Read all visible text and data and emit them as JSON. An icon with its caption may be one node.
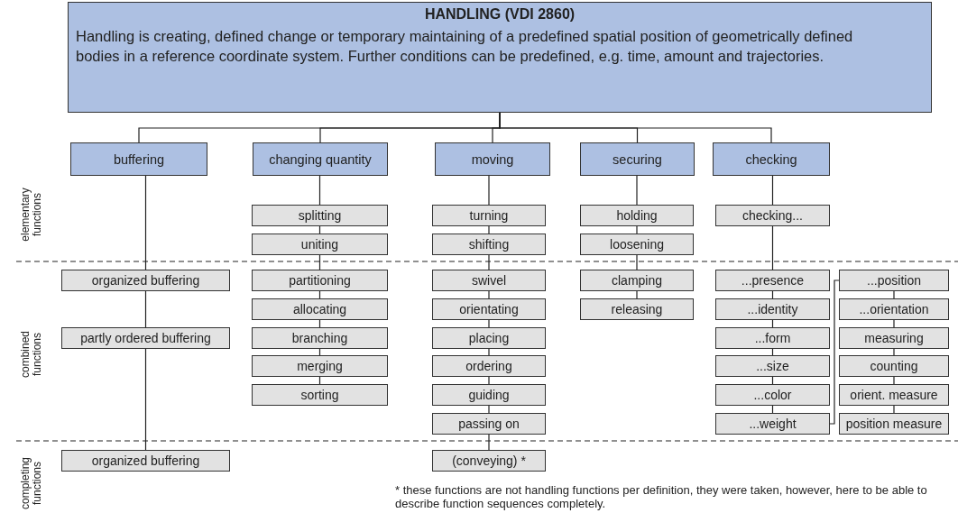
{
  "diagram": {
    "nodes": [
      {
        "text": [
          "HANDLING (VDI 2860)",
          "Handling is creating, defined change or temporary maintaining of a predefined spatial position of geometrically defined bodies in a reference coordinate system. Further conditions can be predefined, e.g. time, amount and trajectories."
        ]
      },
      {
        "text": [
          "buffering"
        ]
      },
      {
        "text": [
          "changing quantity"
        ]
      },
      {
        "text": [
          "moving"
        ]
      },
      {
        "text": [
          "securing"
        ]
      },
      {
        "text": [
          "checking"
        ]
      },
      {
        "text": [
          "splitting"
        ]
      },
      {
        "text": [
          "uniting"
        ]
      },
      {
        "text": [
          "turning"
        ]
      },
      {
        "text": [
          "shifting"
        ]
      },
      {
        "text": [
          "holding"
        ]
      },
      {
        "text": [
          "loosening"
        ]
      },
      {
        "text": [
          "checking..."
        ]
      },
      {
        "text": [
          "organized buffering"
        ]
      },
      {
        "text": [
          "partitioning"
        ]
      },
      {
        "text": [
          "swivel"
        ]
      },
      {
        "text": [
          "clamping"
        ]
      },
      {
        "text": [
          "...presence"
        ]
      },
      {
        "text": [
          "...position"
        ]
      },
      {
        "text": [
          "allocating"
        ]
      },
      {
        "text": [
          "orientating"
        ]
      },
      {
        "text": [
          "releasing"
        ]
      },
      {
        "text": [
          "...identity"
        ]
      },
      {
        "text": [
          "...orientation"
        ]
      },
      {
        "text": [
          "partly ordered buffering"
        ]
      },
      {
        "text": [
          "branching"
        ]
      },
      {
        "text": [
          "placing"
        ]
      },
      {
        "text": [
          "...form"
        ]
      },
      {
        "text": [
          "measuring"
        ]
      },
      {
        "text": [
          "merging"
        ]
      },
      {
        "text": [
          "ordering"
        ]
      },
      {
        "text": [
          "...size"
        ]
      },
      {
        "text": [
          "counting"
        ]
      },
      {
        "text": [
          "sorting"
        ]
      },
      {
        "text": [
          "guiding"
        ]
      },
      {
        "text": [
          "...color"
        ]
      },
      {
        "text": [
          "orient. measure"
        ]
      },
      {
        "text": [
          "passing on"
        ]
      },
      {
        "text": [
          "...weight"
        ]
      },
      {
        "text": [
          "position measure"
        ]
      },
      {
        "text": [
          "organized buffering"
        ]
      },
      {
        "text": [
          "(conveying) *"
        ]
      }
    ],
    "edges": [
      {
        "from": 0,
        "to": 1,
        "arrow": "none"
      },
      {
        "from": 0,
        "to": 2,
        "arrow": "none"
      },
      {
        "from": 0,
        "to": 3,
        "arrow": "none"
      },
      {
        "from": 0,
        "to": 4,
        "arrow": "none"
      },
      {
        "from": 0,
        "to": 5,
        "arrow": "none"
      },
      {
        "from": 1,
        "to": 13,
        "arrow": "none"
      },
      {
        "from": 13,
        "to": 24,
        "arrow": "none"
      },
      {
        "from": 24,
        "to": 40,
        "arrow": "none"
      },
      {
        "from": 2,
        "to": 6,
        "arrow": "none"
      },
      {
        "from": 6,
        "to": 7,
        "arrow": "none"
      },
      {
        "from": 7,
        "to": 14,
        "arrow": "none"
      },
      {
        "from": 14,
        "to": 19,
        "arrow": "none"
      },
      {
        "from": 19,
        "to": 25,
        "arrow": "none"
      },
      {
        "from": 25,
        "to": 29,
        "arrow": "none"
      },
      {
        "from": 29,
        "to": 33,
        "arrow": "none"
      },
      {
        "from": 3,
        "to": 8,
        "arrow": "none"
      },
      {
        "from": 8,
        "to": 9,
        "arrow": "none"
      },
      {
        "from": 9,
        "to": 15,
        "arrow": "none"
      },
      {
        "from": 15,
        "to": 20,
        "arrow": "none"
      },
      {
        "from": 20,
        "to": 26,
        "arrow": "none"
      },
      {
        "from": 26,
        "to": 30,
        "arrow": "none"
      },
      {
        "from": 30,
        "to": 34,
        "arrow": "none"
      },
      {
        "from": 34,
        "to": 37,
        "arrow": "none"
      },
      {
        "from": 37,
        "to": 41,
        "arrow": "none"
      },
      {
        "from": 4,
        "to": 10,
        "arrow": "none"
      },
      {
        "from": 10,
        "to": 11,
        "arrow": "none"
      },
      {
        "from": 11,
        "to": 16,
        "arrow": "none"
      },
      {
        "from": 16,
        "to": 21,
        "arrow": "none"
      },
      {
        "from": 5,
        "to": 12,
        "arrow": "none"
      },
      {
        "from": 12,
        "to": 17,
        "arrow": "none"
      },
      {
        "from": 17,
        "to": 22,
        "arrow": "none"
      },
      {
        "from": 22,
        "to": 27,
        "arrow": "none"
      },
      {
        "from": 27,
        "to": 31,
        "arrow": "none"
      },
      {
        "from": 31,
        "to": 35,
        "arrow": "none"
      },
      {
        "from": 35,
        "to": 38,
        "arrow": "none"
      },
      {
        "from": 38,
        "to": 18,
        "arrow": "none"
      },
      {
        "from": 18,
        "to": 23,
        "arrow": "none"
      },
      {
        "from": 23,
        "to": 28,
        "arrow": "none"
      },
      {
        "from": 28,
        "to": 32,
        "arrow": "none"
      },
      {
        "from": 32,
        "to": 36,
        "arrow": "none"
      },
      {
        "from": 36,
        "to": 39,
        "arrow": "none"
      }
    ],
    "labels": [
      "elementary functions",
      "combined functions",
      "completing functions",
      "* these functions are not handling functions per definition, they were taken, however, here to be able to describe function sequences completely."
    ]
  }
}
